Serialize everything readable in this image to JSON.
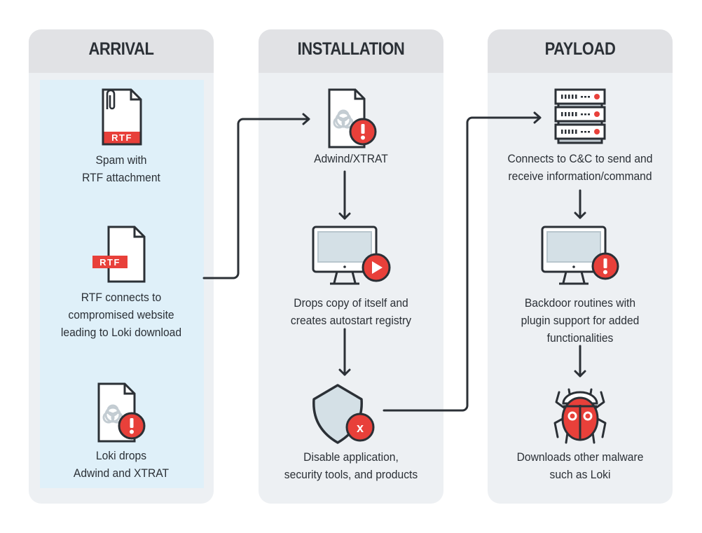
{
  "colors": {
    "panel_bg": "#edf0f3",
    "header_bg": "#e1e2e5",
    "highlight_bg": "#dff0f9",
    "text": "#2b3036",
    "alert_red": "#e8403a",
    "icon_stroke": "#2b3036",
    "screen_fill": "#d4e0e6"
  },
  "panels": [
    {
      "title": "ARRIVAL",
      "steps": [
        {
          "icon": "rtf-attachment-file-icon",
          "badge_text": "RTF",
          "label_lines": [
            "Spam with",
            "RTF attachment"
          ]
        },
        {
          "icon": "rtf-file-icon",
          "badge_text": "RTF",
          "label_lines": [
            "RTF connects to",
            "compromised website",
            "leading to Loki download"
          ]
        },
        {
          "icon": "biohazard-file-alert-icon",
          "label_lines": [
            "Loki drops",
            "Adwind and XTRAT"
          ]
        }
      ]
    },
    {
      "title": "INSTALLATION",
      "steps": [
        {
          "icon": "biohazard-file-alert-icon",
          "label_lines": [
            "Adwind/XTRAT"
          ]
        },
        {
          "icon": "monitor-play-icon",
          "label_lines": [
            "Drops copy of itself and",
            "creates autostart registry"
          ]
        },
        {
          "icon": "shield-x-icon",
          "badge_text": "x",
          "label_lines": [
            "Disable application,",
            "security tools, and products"
          ]
        }
      ]
    },
    {
      "title": "PAYLOAD",
      "steps": [
        {
          "icon": "server-rack-icon",
          "label_lines": [
            "Connects to C&C to send and",
            "receive information/command"
          ]
        },
        {
          "icon": "monitor-alert-icon",
          "label_lines": [
            "Backdoor routines with",
            "plugin support for added",
            "functionalities"
          ]
        },
        {
          "icon": "bug-icon",
          "label_lines": [
            "Downloads other malware",
            "such as Loki"
          ]
        }
      ]
    }
  ]
}
